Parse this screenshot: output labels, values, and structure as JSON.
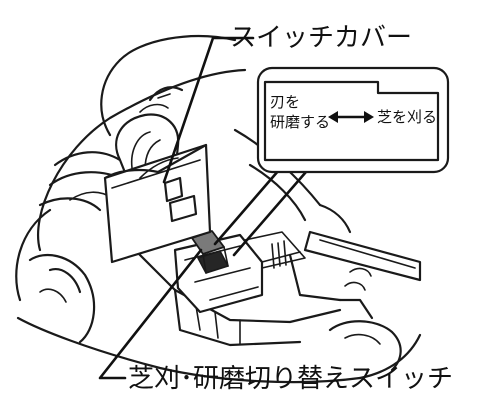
{
  "callouts": {
    "switch_cover": "スイッチカバー",
    "mode_switch": "芝刈･研磨切り替えスイッチ"
  },
  "inset": {
    "sharpen_line1": "刃を",
    "sharpen_line2": "研磨する",
    "arrow_icon": "double-arrow-icon",
    "cut": "芝を刈る"
  }
}
